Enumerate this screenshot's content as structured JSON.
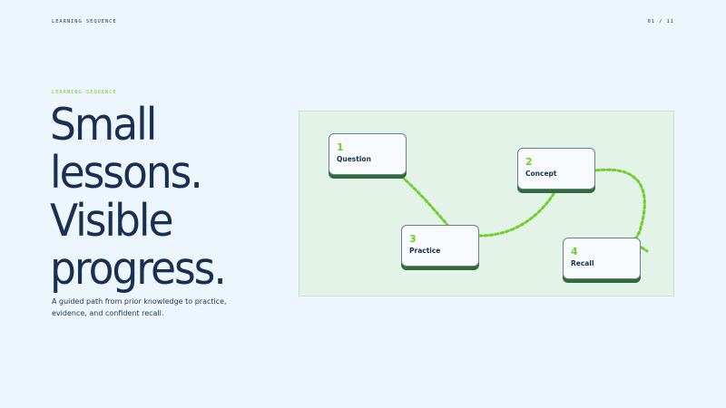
{
  "header": {
    "section_label": "LEARNING SEQUENCE",
    "page_counter": "01 / 11"
  },
  "hero": {
    "eyebrow": "LEARNING SEQUENCE",
    "headline_lines": [
      "Small",
      "lessons.",
      "Visible",
      "progress."
    ],
    "description": "A guided path from prior knowledge to practice, evidence, and confident recall."
  },
  "sequence_diagram": {
    "steps": [
      {
        "number": "1",
        "label": "Question"
      },
      {
        "number": "2",
        "label": "Concept"
      },
      {
        "number": "3",
        "label": "Practice"
      },
      {
        "number": "4",
        "label": "Recall"
      }
    ]
  },
  "colors": {
    "background": "#eef6fd",
    "headline": "#1a3052",
    "accent": "#6fcf2f",
    "panel": "#e3f3e7",
    "card_shadow": "#2f6c37"
  }
}
